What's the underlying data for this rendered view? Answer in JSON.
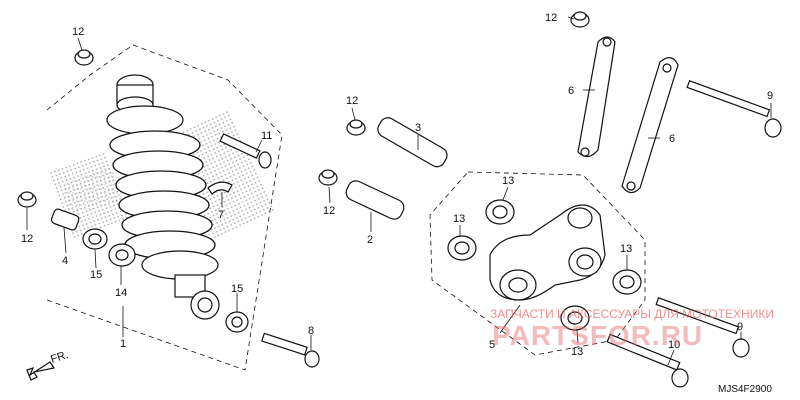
{
  "diagram": {
    "callouts": {
      "c12_top_left": "12",
      "c12_left": "12",
      "c11": "11",
      "c7": "7",
      "c4": "4",
      "c15_left": "15",
      "c14": "14",
      "c15_right": "15",
      "c1": "1",
      "c8": "8",
      "c12_mid_top": "12",
      "c3": "3",
      "c12_mid": "12",
      "c2": "2",
      "c12_right_top": "12",
      "c6_left": "6",
      "c6_right": "6",
      "c9_top": "9",
      "c13_top": "13",
      "c13_left": "13",
      "c13_right": "13",
      "c13_bottom": "13",
      "c5": "5",
      "c10": "10",
      "c9_bottom": "9"
    },
    "direction_label": "FR.",
    "diagram_code": "MJS4F2900"
  },
  "watermark": {
    "line1": "ЗАПЧАСТИ И АКСЕССУАРЫ ДЛЯ МОТОТЕХНИКИ",
    "line2": "PARTSFOR.RU"
  }
}
